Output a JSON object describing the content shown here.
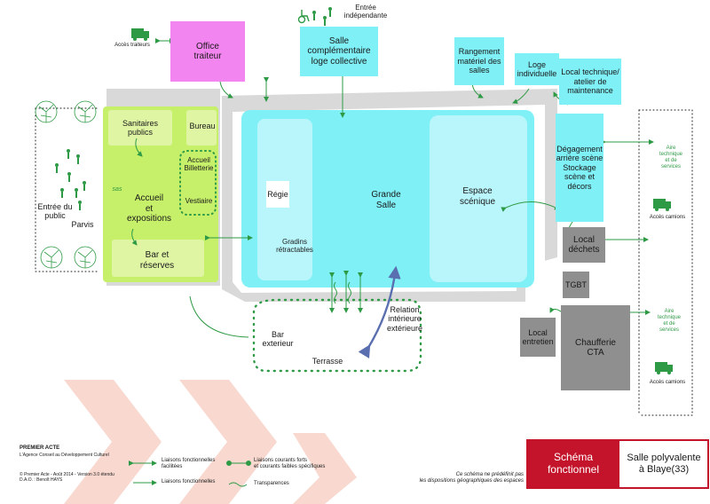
{
  "colors": {
    "cyan": "#7ef0f6",
    "cyan_light": "#b9f6fb",
    "pink": "#f385f0",
    "lime": "#c6ef6a",
    "lime_light": "#dff5a4",
    "grey_local": "#8f8f8f",
    "circulation": "#d9d9d9",
    "link_green": "#2e9a45",
    "relation_blue": "#5a6fb0",
    "title_red": "#c4142b"
  },
  "icons": [
    "truck-icon",
    "tree-icon",
    "pedestrian-icon",
    "wheelchair-icon"
  ],
  "rooms": {
    "office": "Office\ntraiteur",
    "salle_comp": "Salle\ncomplémentaire\nloge collective",
    "entree_indep": "Entrée\nindépendante",
    "rangement": "Rangement\nmatériel des\nsalles",
    "loge": "Loge\nindividuelle",
    "local_tech": "Local technique/\natelier de\nmaintenance",
    "sanitaires": "Sanitaires publics",
    "bureau": "Bureau",
    "accueil_billet": "Accueil\nBilletterie",
    "vestiaire": "Vestiaire",
    "sas": "sas",
    "accueil_expo": "Accueil\net expositions",
    "bar_reserves": "Bar et\nréserves",
    "entree_public": "Entrée du\npublic",
    "parvis": "Parvis",
    "regie": "Régie",
    "gradins": "Gradins\nrétractables",
    "grande_salle": "Grande\nSalle",
    "espace_scenique": "Espace\nscénique",
    "degagement": "Dégagement\narrière scène\nStockage scène et\ndécors",
    "local_dechets": "Local\ndéchets",
    "tgbt": "TGBT",
    "local_entretien": "Local\nentretien",
    "chaufferie": "Chaufferie\nCTA",
    "bar_exterieur": "Bar\nexterieur",
    "terrasse": "Terrasse",
    "relation": "Relation\nintérieure\nextérieure"
  },
  "external": {
    "acces_traiteurs": "Accès traiteurs",
    "aire_1": "Aire\ntechnique\net de\nservices",
    "acces_camions_1": "Accès camions",
    "aire_2": "Aire\ntechnique\net de\nservices",
    "acces_camions_2": "Accès camions"
  },
  "legend": {
    "items": [
      "Liaisons fonctionnelles\nfacilitées",
      "Liaisons fonctionnelles",
      "Liaisons courants forts\net courants faibles spécifiques",
      "Transparences"
    ]
  },
  "footer": {
    "brand": "PREMIER ACTE",
    "brand_sub": "L'Agence Conseil au Développement Culturel",
    "credits": "© Premier Acte - Août 2014 - Version 3.0 étendu\nD.A.O. : Benoît HAYS",
    "disclaimer": "Ce schéma ne prédéfinit pas\nles dispositions géographiques des espaces",
    "title_left": "Schéma fonctionnel",
    "title_right": "Salle polyvalente\nà Blaye(33)"
  }
}
